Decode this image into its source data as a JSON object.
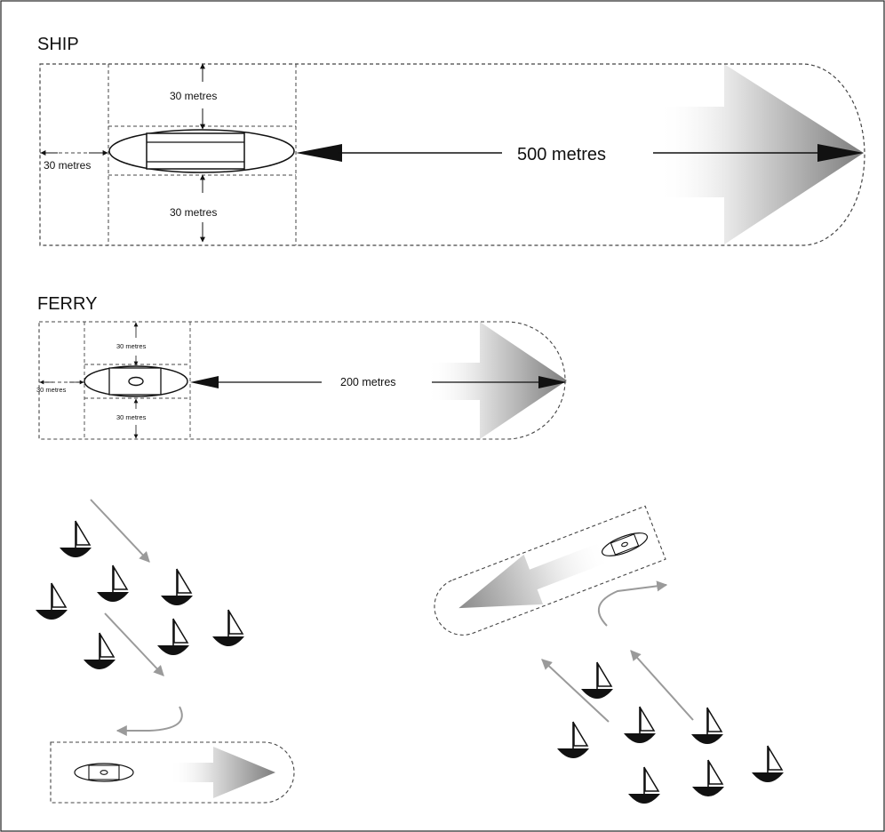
{
  "ship": {
    "title": "SHIP",
    "clearance_top": "30 metres",
    "clearance_bottom": "30 metres",
    "clearance_stern": "30 metres",
    "distance_ahead": "500 metres"
  },
  "ferry": {
    "title": "FERRY",
    "clearance_top": "30 metres",
    "clearance_bottom": "30 metres",
    "clearance_stern": "30 metres",
    "distance_ahead": "200 metres"
  },
  "colors": {
    "line": "#111111",
    "dash": "#444444",
    "arrow_light": "#ffffff",
    "arrow_dark": "#8a8a8a",
    "flow_arrow": "#9a9a9a"
  },
  "icons": [
    "sailboat-icon",
    "ship-icon",
    "ferry-icon"
  ]
}
